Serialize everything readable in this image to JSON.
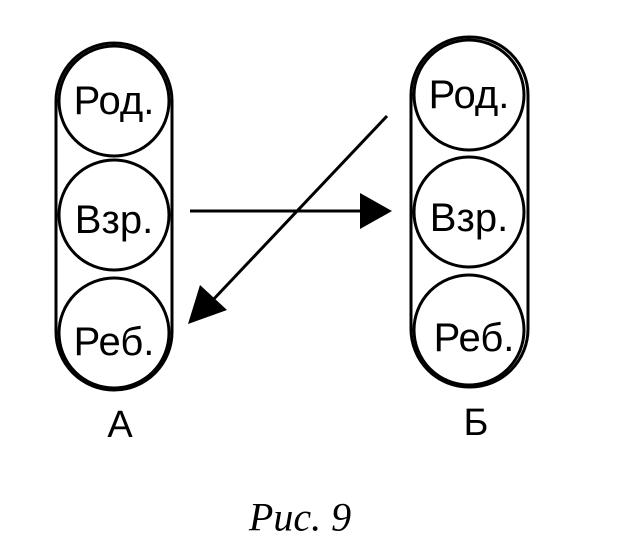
{
  "diagram": {
    "left_group": {
      "label": "А",
      "circles": [
        "Род.",
        "Взр.",
        "Реб."
      ]
    },
    "right_group": {
      "label": "Б",
      "circles": [
        "Род.",
        "Взр.",
        "Реб."
      ]
    },
    "connections": [
      {
        "from": "left_group.Взр.",
        "to": "right_group.Взр."
      },
      {
        "from": "right_group.Род.",
        "to": "left_group.Реб."
      }
    ],
    "caption": "Рис. 9"
  }
}
